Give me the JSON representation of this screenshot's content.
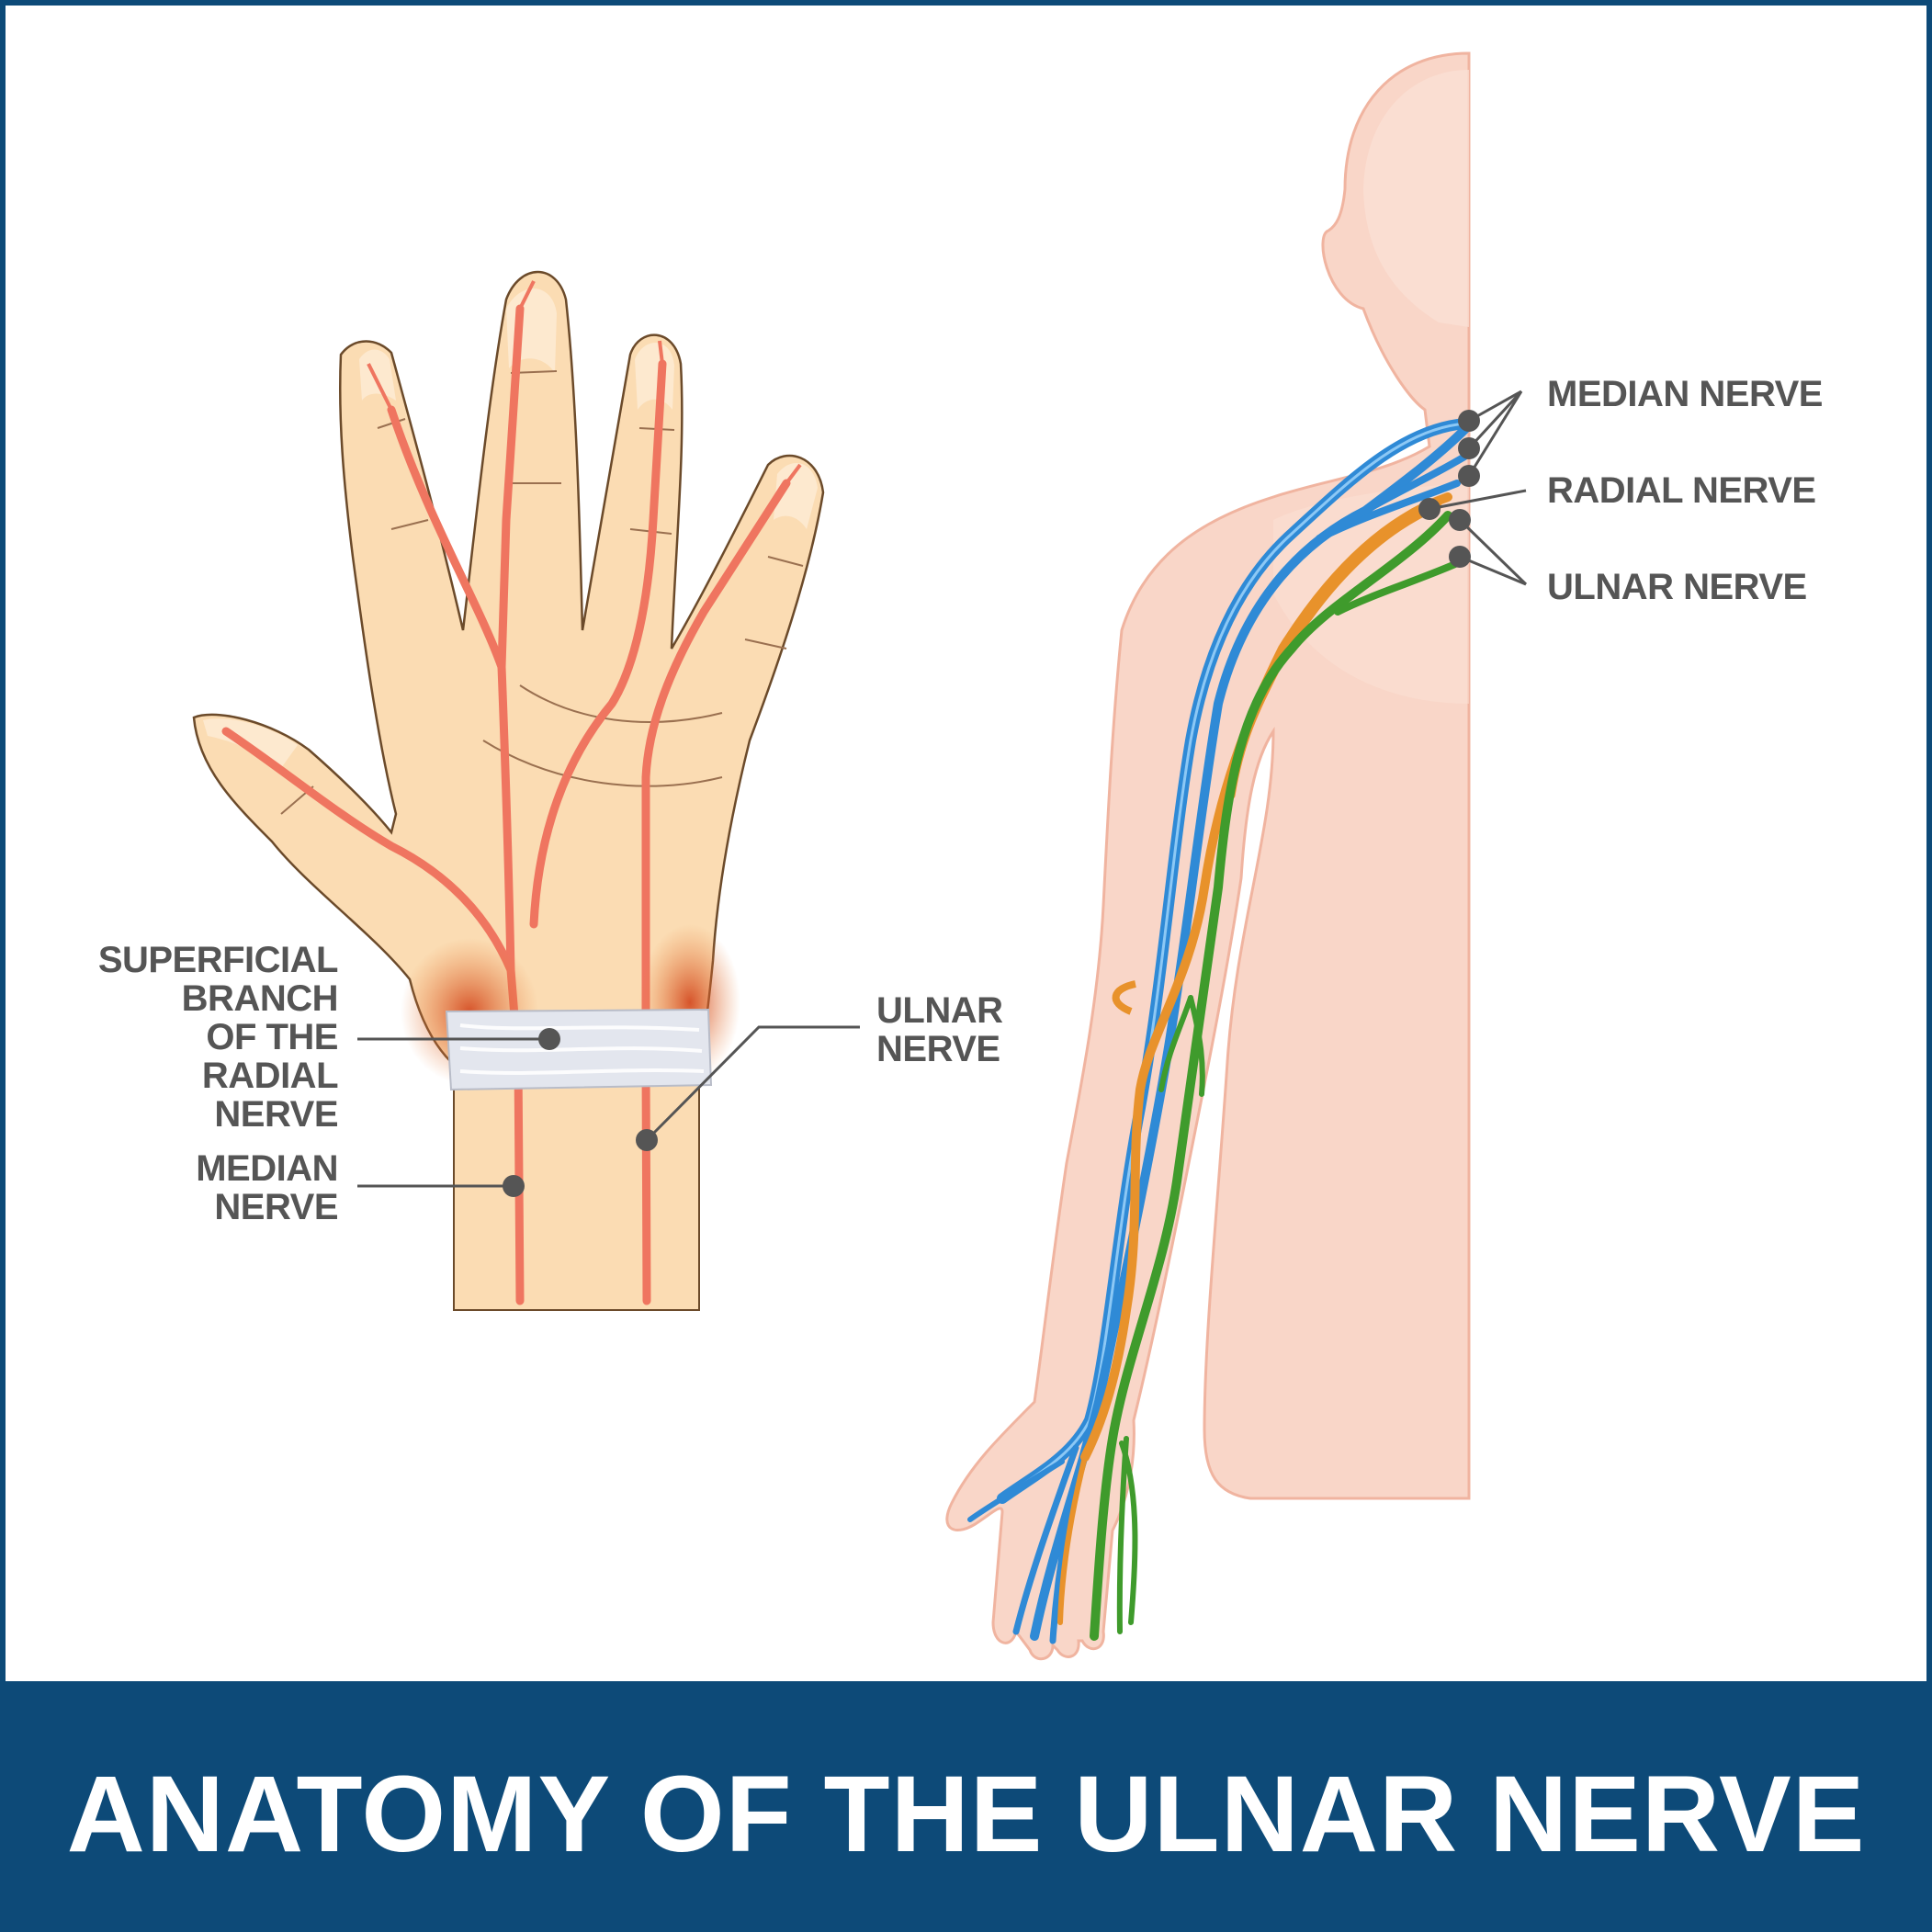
{
  "title": "ANATOMY OF THE ULNAR NERVE",
  "colors": {
    "banner": "#0d4a78",
    "skin_hand": "#fbdcb3",
    "skin_body": "#f9d6c8",
    "artery": "#ef7560",
    "median_nerve": "#2f8ad6",
    "radial_nerve": "#e8922b",
    "ulnar_nerve": "#3f9b2c",
    "leader": "#555555"
  },
  "hand_labels": {
    "superficial_branch": [
      "SUPERFICIAL",
      "BRANCH",
      "OF THE",
      "RADIAL",
      "NERVE"
    ],
    "median": [
      "MEDIAN",
      "NERVE"
    ],
    "ulnar": [
      "ULNAR",
      "NERVE"
    ]
  },
  "arm_labels": {
    "median": "MEDIAN NERVE",
    "radial": "RADIAL NERVE",
    "ulnar": "ULNAR NERVE"
  }
}
